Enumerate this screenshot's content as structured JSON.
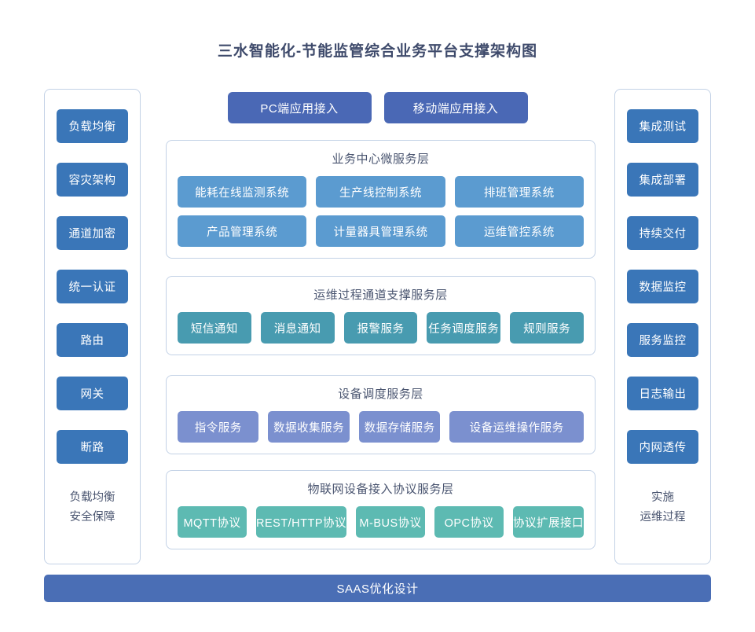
{
  "title": "三水智能化-节能监管综合业务平台支撑架构图",
  "colors": {
    "title_text": "#3e4a6b",
    "panel_border": "#c3d2e6",
    "side_button": "#3a76b8",
    "access_button": "#4a68b5",
    "business_chip": "#5b9bd0",
    "support_chip": "#489bb0",
    "device_chip": "#7b90cf",
    "iot_chip": "#5dbab2",
    "bottom_bar": "#4a6eb5",
    "layer_text": "#4a5570"
  },
  "left_panel": {
    "buttons": [
      {
        "label": "负载均衡"
      },
      {
        "label": "容灾架构"
      },
      {
        "label": "通道加密"
      },
      {
        "label": "统一认证"
      },
      {
        "label": "路由"
      },
      {
        "label": "网关"
      },
      {
        "label": "断路"
      }
    ],
    "footer_line1": "负载均衡",
    "footer_line2": "安全保障"
  },
  "right_panel": {
    "buttons": [
      {
        "label": "集成测试"
      },
      {
        "label": "集成部署"
      },
      {
        "label": "持续交付"
      },
      {
        "label": "数据监控"
      },
      {
        "label": "服务监控"
      },
      {
        "label": "日志输出"
      },
      {
        "label": "内网透传"
      }
    ],
    "footer_line1": "实施",
    "footer_line2": "运维过程"
  },
  "access": {
    "buttons": [
      {
        "label": "PC端应用接入"
      },
      {
        "label": "移动端应用接入"
      }
    ]
  },
  "layers": [
    {
      "id": "business",
      "title": "业务中心微服务层",
      "rows": [
        [
          {
            "label": "能耗在线监测系统"
          },
          {
            "label": "生产线控制系统"
          },
          {
            "label": "排班管理系统"
          }
        ],
        [
          {
            "label": "产品管理系统"
          },
          {
            "label": "计量器具管理系统"
          },
          {
            "label": "运维管控系统"
          }
        ]
      ]
    },
    {
      "id": "support",
      "title": "运维过程通道支撑服务层",
      "rows": [
        [
          {
            "label": "短信通知"
          },
          {
            "label": "消息通知"
          },
          {
            "label": "报警服务"
          },
          {
            "label": "任务调度服务"
          },
          {
            "label": "规则服务"
          }
        ]
      ]
    },
    {
      "id": "device",
      "title": "设备调度服务层",
      "rows": [
        [
          {
            "label": "指令服务"
          },
          {
            "label": "数据收集服务"
          },
          {
            "label": "数据存储服务"
          },
          {
            "label": "设备运维操作服务"
          }
        ]
      ]
    },
    {
      "id": "iot",
      "title": "物联网设备接入协议服务层",
      "rows": [
        [
          {
            "label": "MQTT协议"
          },
          {
            "label": "REST/HTTP协议"
          },
          {
            "label": "M-BUS协议"
          },
          {
            "label": "OPC协议"
          },
          {
            "label": "协议扩展接口"
          }
        ]
      ]
    }
  ],
  "bottom_bar": {
    "label": "SAAS优化设计"
  }
}
